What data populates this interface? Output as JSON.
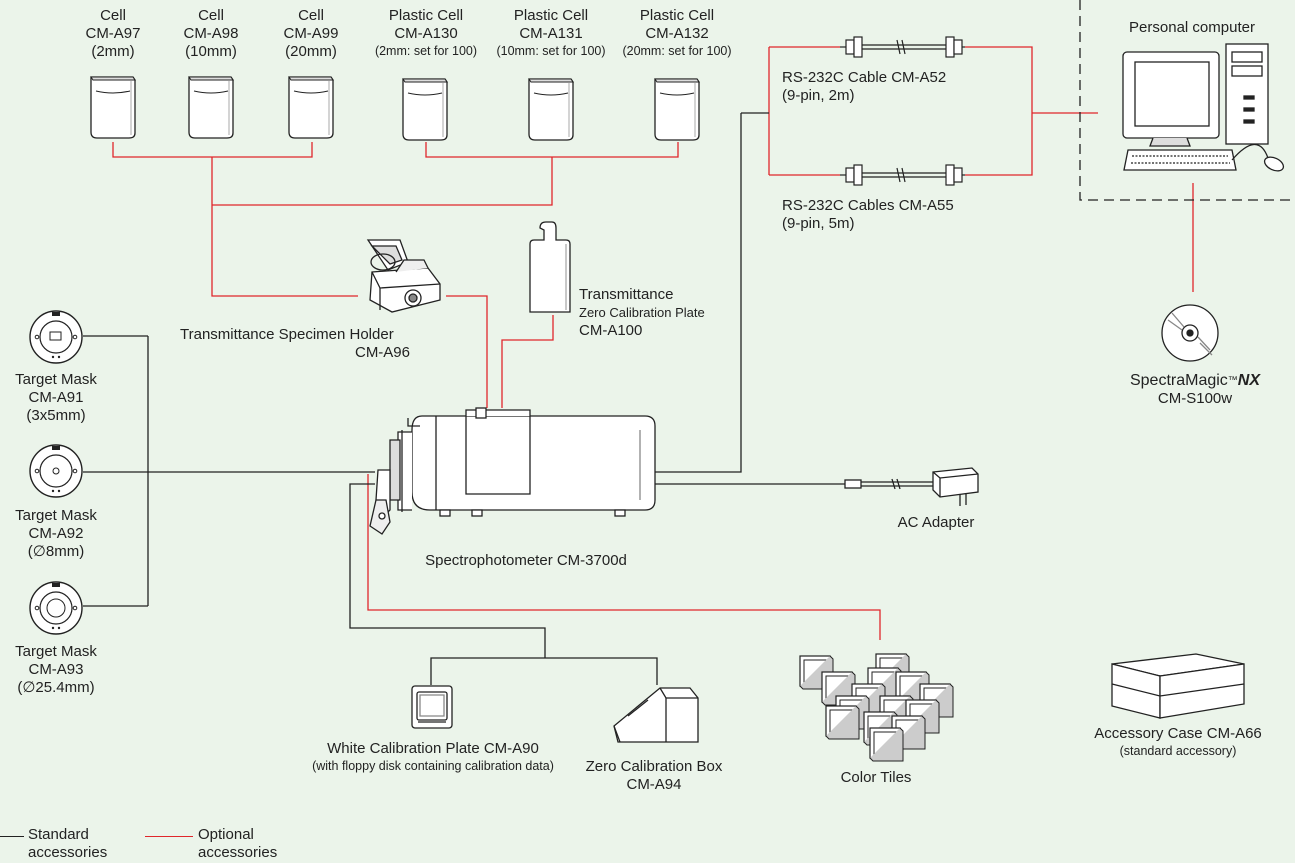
{
  "colors": {
    "standard": "#222222",
    "optional": "#e0262b",
    "background": "#ebf4ea"
  },
  "cells": [
    {
      "l1": "Cell",
      "l2": "CM-A97",
      "l3": "(2mm)"
    },
    {
      "l1": "Cell",
      "l2": "CM-A98",
      "l3": "(10mm)"
    },
    {
      "l1": "Cell",
      "l2": "CM-A99",
      "l3": "(20mm)"
    },
    {
      "l1": "Plastic Cell",
      "l2": "CM-A130",
      "l3": "(2mm: set for 100)"
    },
    {
      "l1": "Plastic Cell",
      "l2": "CM-A131",
      "l3": "(10mm: set for 100)"
    },
    {
      "l1": "Plastic Cell",
      "l2": "CM-A132",
      "l3": "(20mm: set for 100)"
    }
  ],
  "cable52": {
    "l1": "RS-232C Cable CM-A52",
    "l2": "(9-pin, 2m)"
  },
  "cable55": {
    "l1": "RS-232C Cables CM-A55",
    "l2": "(9-pin, 5m)"
  },
  "pc": "Personal computer",
  "software": {
    "name": "SpectraMagic",
    "tm": "™",
    "suffix": "NX",
    "model": "CM-S100w"
  },
  "holder": {
    "l1": "Transmittance Specimen Holder",
    "l2": "CM-A96"
  },
  "zeroplate": {
    "l1": "Transmittance",
    "l2": "Zero Calibration Plate",
    "l3": "CM-A100"
  },
  "masks": [
    {
      "l1": "Target Mask",
      "l2": "CM-A91",
      "l3": "(3x5mm)"
    },
    {
      "l1": "Target Mask",
      "l2": "CM-A92",
      "l3": "(∅8mm)"
    },
    {
      "l1": "Target Mask",
      "l2": "CM-A93",
      "l3": "(∅25.4mm)"
    }
  ],
  "spectro": "Spectrophotometer CM-3700d",
  "adapter": "AC Adapter",
  "whiteplate": {
    "l1": "White Calibration Plate CM-A90",
    "l2": "(with floppy disk containing calibration data)"
  },
  "zerobox": {
    "l1": "Zero Calibration Box",
    "l2": "CM-A94"
  },
  "tiles": "Color Tiles",
  "case": {
    "l1": "Accessory Case CM-A66",
    "l2": "(standard accessory)"
  },
  "legend": {
    "standard": {
      "l1": "Standard",
      "l2": "accessories"
    },
    "optional": {
      "l1": "Optional",
      "l2": "accessories"
    }
  }
}
